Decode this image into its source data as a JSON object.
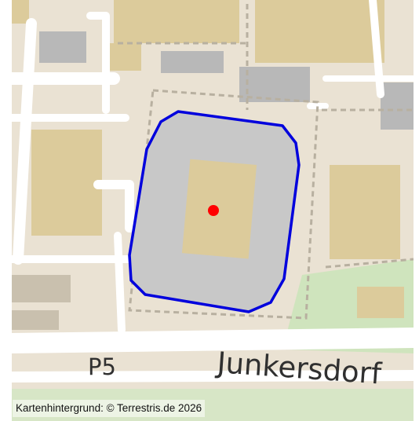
{
  "map": {
    "labels": {
      "parking": "P5",
      "street": "Junkersdorf"
    },
    "attribution": "Kartenhintergrund: © Terrestris.de 2026",
    "colors": {
      "land": "#eae2d3",
      "building": "#dccb9b",
      "dark_building": "#b8b8b8",
      "road": "#ffffff",
      "green": "#cfe4bd",
      "area_fill": "#c8c8c8",
      "area_outline": "#0000dd",
      "marker": "#ff0000"
    }
  }
}
